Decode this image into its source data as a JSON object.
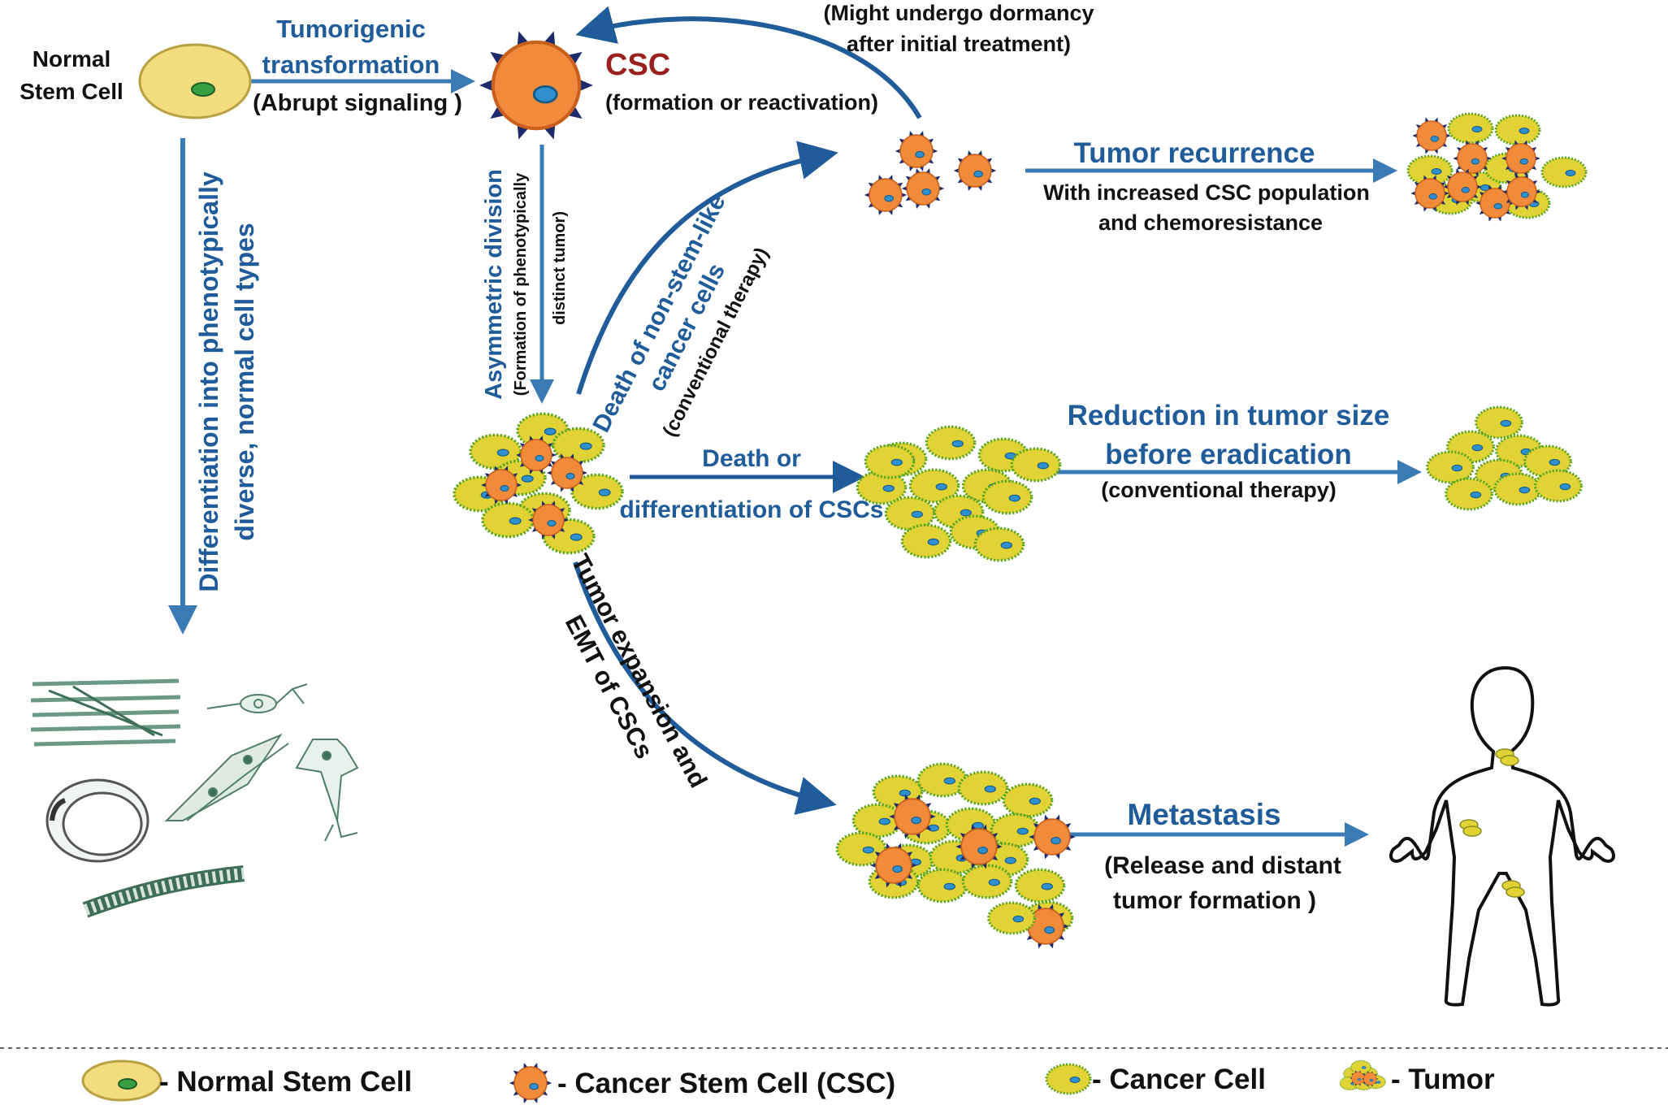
{
  "colors": {
    "arrow_blue": "#2a6aa7",
    "text_blue": "#1f5c99",
    "csc_title": "#9a1f1f",
    "normal_cell_fill": "#f3dc80",
    "cancer_cell_fill": "#e1d236",
    "cancer_cell_rim": "#5aa61e",
    "csc_fill": "#ef8b3a",
    "nucleus": "#2f8fcf"
  },
  "normal_stem_cell": {
    "line1": "Normal",
    "line2": "Stem Cell"
  },
  "tumorigenic": {
    "line1": "Tumorigenic",
    "line2": "transformation",
    "line3": "(Abrupt signaling )"
  },
  "csc": {
    "title": "CSC",
    "subtitle": "(formation or reactivation)"
  },
  "dormancy": {
    "line1": "(Might undergo dormancy",
    "line2": "after initial treatment)"
  },
  "differentiation": {
    "line1": "Differentiation into phenotypically",
    "line2": "diverse, normal cell types"
  },
  "asymmetric": {
    "line1": "Asymmetric division",
    "line2": "(Formation of phenotypically",
    "line3": "distinct tumor)"
  },
  "death_nonstem": {
    "line1": "Death of non-stem-like",
    "line2": "cancer cells",
    "line3": "(conventional therapy)"
  },
  "recurrence": {
    "title": "Tumor recurrence",
    "line1": "With increased CSC population",
    "line2": "and chemoresistance"
  },
  "death_csc": {
    "line1": "Death or",
    "line2": "differentiation of CSCs"
  },
  "reduction": {
    "line1": "Reduction in tumor size",
    "line2": "before eradication",
    "line3": "(conventional therapy)"
  },
  "expansion": {
    "line1": "Tumor expansion and",
    "line2": "EMT  of CSCs"
  },
  "metastasis": {
    "title": "Metastasis",
    "line1": "(Release and distant",
    "line2": "tumor formation )"
  },
  "legend": {
    "normal": "- Normal Stem Cell",
    "csc": "- Cancer Stem Cell (CSC)",
    "cancer": "- Cancer Cell",
    "tumor": "- Tumor"
  }
}
